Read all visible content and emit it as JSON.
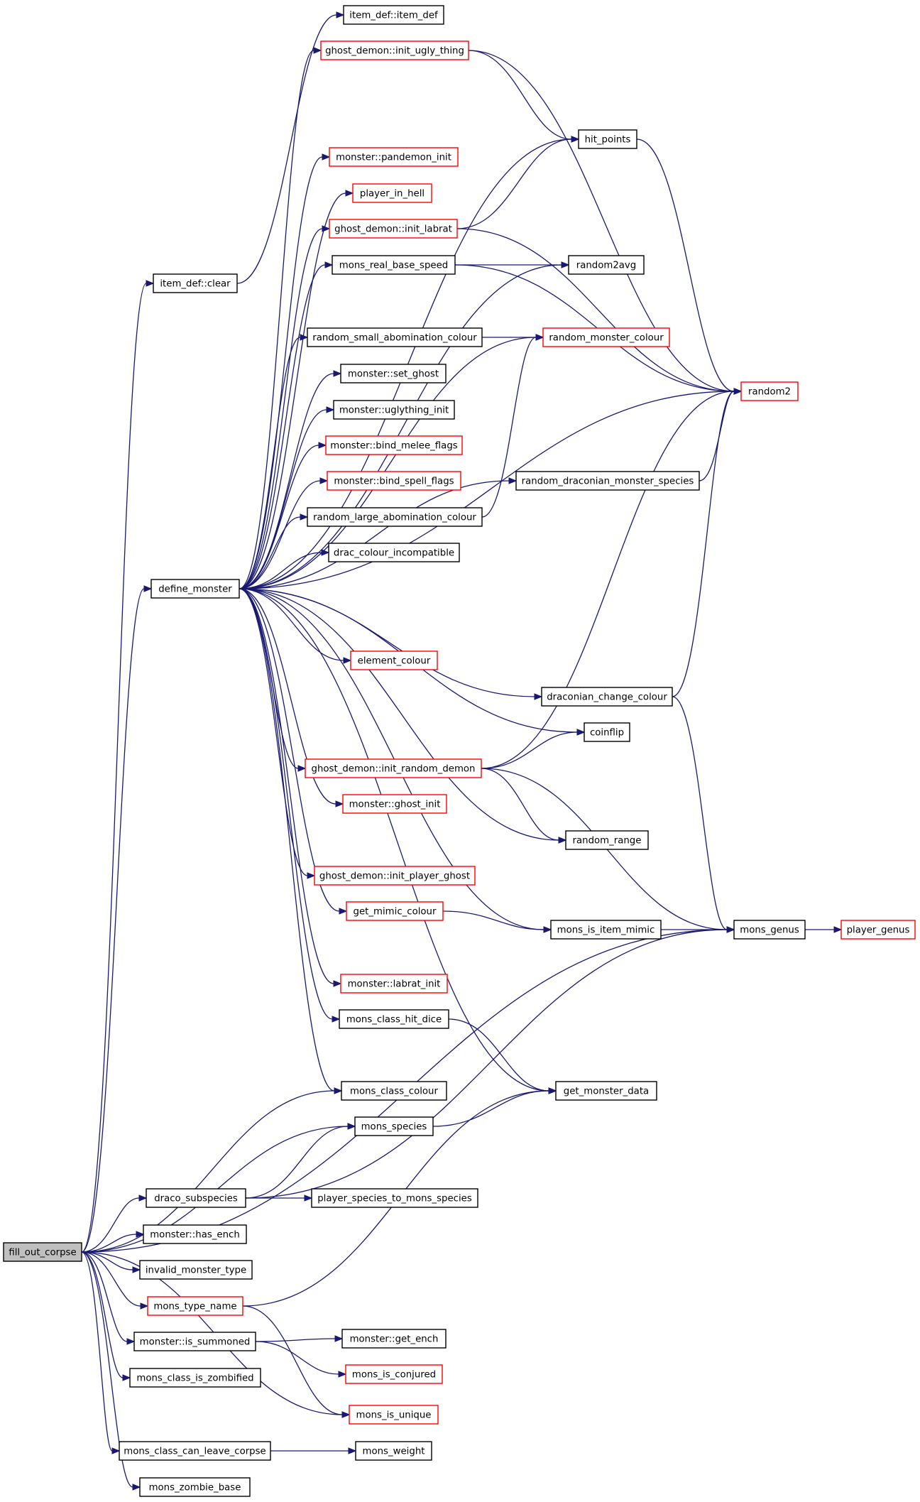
{
  "colors": {
    "edge": "#191970",
    "node_border": "#000000",
    "node_border_truncated": "#ff0000",
    "root_fill": "#bfbfbf"
  },
  "nodes": {
    "item_def_item_def": {
      "label": "item_def::item_def",
      "border": "black"
    },
    "ghost_demon_init_ugly_thing": {
      "label": "ghost_demon::init_ugly_thing",
      "border": "red"
    },
    "hit_points": {
      "label": "hit_points",
      "border": "black"
    },
    "monster_pandemon_init": {
      "label": "monster::pandemon_init",
      "border": "red"
    },
    "player_in_hell": {
      "label": "player_in_hell",
      "border": "red"
    },
    "ghost_demon_init_labrat": {
      "label": "ghost_demon::init_labrat",
      "border": "red"
    },
    "mons_real_base_speed": {
      "label": "mons_real_base_speed",
      "border": "black"
    },
    "random2avg": {
      "label": "random2avg",
      "border": "black"
    },
    "item_def_clear": {
      "label": "item_def::clear",
      "border": "black"
    },
    "random_small_abomination_colour": {
      "label": "random_small_abomination_colour",
      "border": "black"
    },
    "random_monster_colour": {
      "label": "random_monster_colour",
      "border": "red"
    },
    "monster_set_ghost": {
      "label": "monster::set_ghost",
      "border": "black"
    },
    "random2": {
      "label": "random2",
      "border": "red"
    },
    "monster_uglything_init": {
      "label": "monster::uglything_init",
      "border": "black"
    },
    "monster_bind_melee_flags": {
      "label": "monster::bind_melee_flags",
      "border": "red"
    },
    "monster_bind_spell_flags": {
      "label": "monster::bind_spell_flags",
      "border": "red"
    },
    "random_draconian_monster_species": {
      "label": "random_draconian_monster_species",
      "border": "black"
    },
    "random_large_abomination_colour": {
      "label": "random_large_abomination_colour",
      "border": "black"
    },
    "drac_colour_incompatible": {
      "label": "drac_colour_incompatible",
      "border": "black"
    },
    "define_monster": {
      "label": "define_monster",
      "border": "black"
    },
    "element_colour": {
      "label": "element_colour",
      "border": "red"
    },
    "draconian_change_colour": {
      "label": "draconian_change_colour",
      "border": "black"
    },
    "coinflip": {
      "label": "coinflip",
      "border": "black"
    },
    "ghost_demon_init_random_demon": {
      "label": "ghost_demon::init_random_demon",
      "border": "red"
    },
    "monster_ghost_init": {
      "label": "monster::ghost_init",
      "border": "red"
    },
    "random_range": {
      "label": "random_range",
      "border": "black"
    },
    "ghost_demon_init_player_ghost": {
      "label": "ghost_demon::init_player_ghost",
      "border": "red"
    },
    "get_mimic_colour": {
      "label": "get_mimic_colour",
      "border": "red"
    },
    "mons_is_item_mimic": {
      "label": "mons_is_item_mimic",
      "border": "black"
    },
    "mons_genus": {
      "label": "mons_genus",
      "border": "black"
    },
    "player_genus": {
      "label": "player_genus",
      "border": "red"
    },
    "monster_labrat_init": {
      "label": "monster::labrat_init",
      "border": "red"
    },
    "mons_class_hit_dice": {
      "label": "mons_class_hit_dice",
      "border": "black"
    },
    "mons_class_colour": {
      "label": "mons_class_colour",
      "border": "black"
    },
    "get_monster_data": {
      "label": "get_monster_data",
      "border": "black"
    },
    "mons_species": {
      "label": "mons_species",
      "border": "black"
    },
    "draco_subspecies": {
      "label": "draco_subspecies",
      "border": "black"
    },
    "player_species_to_mons_species": {
      "label": "player_species_to_mons_species",
      "border": "black"
    },
    "fill_out_corpse": {
      "label": "fill_out_corpse",
      "border": "black"
    },
    "monster_has_ench": {
      "label": "monster::has_ench",
      "border": "black"
    },
    "invalid_monster_type": {
      "label": "invalid_monster_type",
      "border": "black"
    },
    "mons_type_name": {
      "label": "mons_type_name",
      "border": "red"
    },
    "monster_is_summoned": {
      "label": "monster::is_summoned",
      "border": "black"
    },
    "monster_get_ench": {
      "label": "monster::get_ench",
      "border": "black"
    },
    "mons_is_conjured": {
      "label": "mons_is_conjured",
      "border": "red"
    },
    "mons_class_is_zombified": {
      "label": "mons_class_is_zombified",
      "border": "black"
    },
    "mons_is_unique": {
      "label": "mons_is_unique",
      "border": "red"
    },
    "mons_class_can_leave_corpse": {
      "label": "mons_class_can_leave_corpse",
      "border": "black"
    },
    "mons_weight": {
      "label": "mons_weight",
      "border": "black"
    },
    "mons_zombie_base": {
      "label": "mons_zombie_base",
      "border": "black"
    }
  },
  "root": "fill_out_corpse",
  "edges": [
    [
      "fill_out_corpse",
      "item_def_clear"
    ],
    [
      "fill_out_corpse",
      "define_monster"
    ],
    [
      "fill_out_corpse",
      "mons_class_colour"
    ],
    [
      "fill_out_corpse",
      "mons_species"
    ],
    [
      "fill_out_corpse",
      "mons_genus"
    ],
    [
      "fill_out_corpse",
      "draco_subspecies"
    ],
    [
      "fill_out_corpse",
      "monster_has_ench"
    ],
    [
      "fill_out_corpse",
      "invalid_monster_type"
    ],
    [
      "fill_out_corpse",
      "mons_type_name"
    ],
    [
      "fill_out_corpse",
      "monster_is_summoned"
    ],
    [
      "fill_out_corpse",
      "mons_class_is_zombified"
    ],
    [
      "fill_out_corpse",
      "mons_is_unique"
    ],
    [
      "fill_out_corpse",
      "mons_class_can_leave_corpse"
    ],
    [
      "fill_out_corpse",
      "mons_zombie_base"
    ],
    [
      "item_def_clear",
      "item_def_item_def"
    ],
    [
      "define_monster",
      "ghost_demon_init_ugly_thing"
    ],
    [
      "define_monster",
      "hit_points"
    ],
    [
      "define_monster",
      "monster_pandemon_init"
    ],
    [
      "define_monster",
      "player_in_hell"
    ],
    [
      "define_monster",
      "ghost_demon_init_labrat"
    ],
    [
      "define_monster",
      "random2avg"
    ],
    [
      "define_monster",
      "mons_real_base_speed"
    ],
    [
      "define_monster",
      "random_monster_colour"
    ],
    [
      "define_monster",
      "random_small_abomination_colour"
    ],
    [
      "define_monster",
      "monster_set_ghost"
    ],
    [
      "define_monster",
      "monster_uglything_init"
    ],
    [
      "define_monster",
      "monster_bind_melee_flags"
    ],
    [
      "define_monster",
      "monster_bind_spell_flags"
    ],
    [
      "define_monster",
      "random_large_abomination_colour"
    ],
    [
      "define_monster",
      "drac_colour_incompatible"
    ],
    [
      "define_monster",
      "random_draconian_monster_species"
    ],
    [
      "define_monster",
      "random2"
    ],
    [
      "define_monster",
      "element_colour"
    ],
    [
      "define_monster",
      "draconian_change_colour"
    ],
    [
      "define_monster",
      "coinflip"
    ],
    [
      "define_monster",
      "ghost_demon_init_random_demon"
    ],
    [
      "define_monster",
      "monster_ghost_init"
    ],
    [
      "define_monster",
      "random_range"
    ],
    [
      "define_monster",
      "ghost_demon_init_player_ghost"
    ],
    [
      "define_monster",
      "get_mimic_colour"
    ],
    [
      "define_monster",
      "mons_is_item_mimic"
    ],
    [
      "define_monster",
      "monster_labrat_init"
    ],
    [
      "define_monster",
      "mons_class_hit_dice"
    ],
    [
      "define_monster",
      "mons_class_colour"
    ],
    [
      "define_monster",
      "get_monster_data"
    ],
    [
      "ghost_demon_init_ugly_thing",
      "hit_points"
    ],
    [
      "ghost_demon_init_ugly_thing",
      "random2"
    ],
    [
      "hit_points",
      "random2"
    ],
    [
      "ghost_demon_init_labrat",
      "hit_points"
    ],
    [
      "ghost_demon_init_labrat",
      "random2"
    ],
    [
      "mons_real_base_speed",
      "random2avg"
    ],
    [
      "mons_real_base_speed",
      "random2"
    ],
    [
      "random_small_abomination_colour",
      "random_monster_colour"
    ],
    [
      "random_large_abomination_colour",
      "random_monster_colour"
    ],
    [
      "random_draconian_monster_species",
      "random2"
    ],
    [
      "draconian_change_colour",
      "random2"
    ],
    [
      "draconian_change_colour",
      "mons_genus"
    ],
    [
      "ghost_demon_init_random_demon",
      "coinflip"
    ],
    [
      "ghost_demon_init_random_demon",
      "random2"
    ],
    [
      "ghost_demon_init_random_demon",
      "random_range"
    ],
    [
      "ghost_demon_init_random_demon",
      "mons_genus"
    ],
    [
      "get_mimic_colour",
      "mons_is_item_mimic"
    ],
    [
      "mons_is_item_mimic",
      "mons_genus"
    ],
    [
      "mons_genus",
      "player_genus"
    ],
    [
      "mons_class_hit_dice",
      "get_monster_data"
    ],
    [
      "mons_species",
      "get_monster_data"
    ],
    [
      "draco_subspecies",
      "mons_species"
    ],
    [
      "draco_subspecies",
      "player_species_to_mons_species"
    ],
    [
      "draco_subspecies",
      "mons_genus"
    ],
    [
      "mons_type_name",
      "get_monster_data"
    ],
    [
      "mons_type_name",
      "mons_is_unique"
    ],
    [
      "monster_is_summoned",
      "monster_get_ench"
    ],
    [
      "monster_is_summoned",
      "mons_is_conjured"
    ],
    [
      "mons_class_can_leave_corpse",
      "mons_weight"
    ]
  ]
}
